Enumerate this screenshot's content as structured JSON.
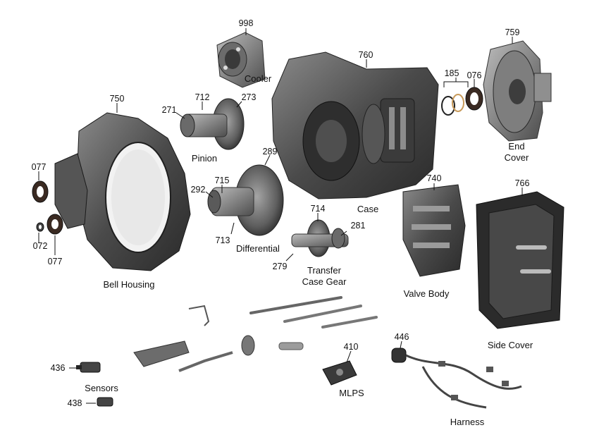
{
  "labels": {
    "cooler": "Cooler",
    "case": "Case",
    "end_cover_1": "End",
    "end_cover_2": "Cover",
    "pinion": "Pinion",
    "bell_housing": "Bell Housing",
    "differential": "Differential",
    "transfer_1": "Transfer",
    "transfer_2": "Case Gear",
    "valve_body": "Valve Body",
    "side_cover": "Side Cover",
    "sensors": "Sensors",
    "mlps": "MLPS",
    "harness": "Harness"
  },
  "numbers": {
    "n998": "998",
    "n760": "760",
    "n185": "185",
    "n076": "076",
    "n759": "759",
    "n750": "750",
    "n712": "712",
    "n273": "273",
    "n271": "271",
    "n289": "289",
    "n077a": "077",
    "n077b": "077",
    "n072": "072",
    "n715": "715",
    "n292": "292",
    "n713": "713",
    "n714": "714",
    "n281": "281",
    "n279": "279",
    "n740": "740",
    "n766": "766",
    "n446": "446",
    "n410": "410",
    "n436": "436",
    "n438": "438"
  }
}
